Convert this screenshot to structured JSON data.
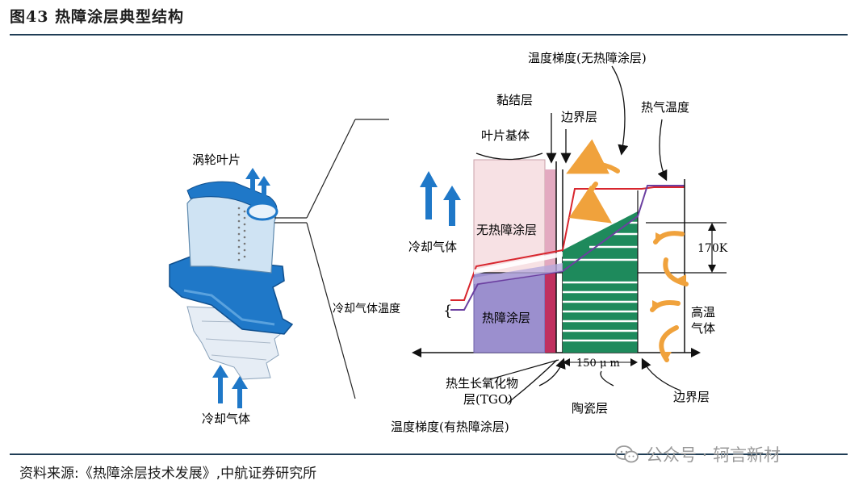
{
  "figure": {
    "title": "图43 热障涂层典型结构",
    "source": "资料来源:《热障涂层技术发展》,中航证券研究所",
    "watermark": "公众号 · 轲言新材"
  },
  "labels": {
    "turbine_blade": "涡轮叶片",
    "cooling_gas_left": "冷却气体",
    "cooling_gas_mid": "冷却气体",
    "cooling_gas_temp": "冷却气体温度",
    "blade_substrate": "叶片基体",
    "bond_coat": "黏结层",
    "boundary_layer_top": "边界层",
    "gradient_no_tbc": "温度梯度(无热障涂层)",
    "hot_gas_temp": "热气温度",
    "no_tbc": "无热障涂层",
    "tbc": "热障涂层",
    "delta_k": "170K",
    "hot_gas_line1": "高温",
    "hot_gas_line2": "气体",
    "thickness": "150 μ m",
    "tgo_line1": "热生长氧化物",
    "tgo_line2": "层(TGO)",
    "ceramic_layer": "陶瓷层",
    "boundary_layer_bottom": "边界层",
    "gradient_with_tbc": "温度梯度(有热障涂层)"
  },
  "colors": {
    "blade_blue": "#1f78c8",
    "blade_light": "#cfe3f3",
    "tbc_purple": "#9b8fce",
    "no_tbc_pink": "#f7e1e4",
    "bond_magenta": "#c0305f",
    "ceramic_green": "#1e8a5c",
    "hot_arrow_orange": "#f0a23c",
    "red_line": "#d8262e",
    "purple_line": "#6b3fa0",
    "rule_color": "#1f3d55"
  }
}
